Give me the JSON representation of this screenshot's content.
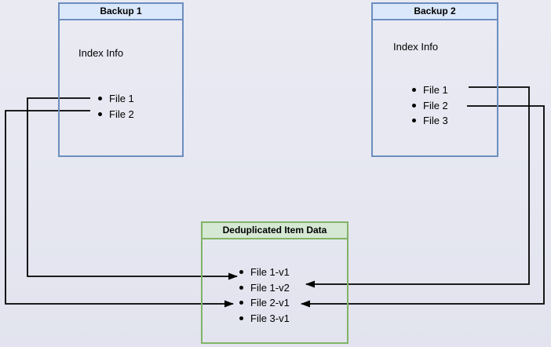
{
  "diagram_title": "Backup deduplication diagram",
  "colors": {
    "background": "#e6e7f1",
    "backup_box_fill": "#dbe8fb",
    "backup_box_border": "#6c8ebf",
    "dedup_box_fill": "#d5e8d4",
    "dedup_box_border": "#82b366",
    "connector_line": "#000000",
    "text": "#000000"
  },
  "boxes": {
    "backup1": {
      "title": "Backup 1",
      "section_label": "Index Info",
      "files": [
        "File 1",
        "File 2"
      ]
    },
    "backup2": {
      "title": "Backup 2",
      "section_label": "Index Info",
      "files": [
        "File 1",
        "File 2",
        "File 3"
      ]
    },
    "dedup": {
      "title": "Deduplicated Item Data",
      "items": [
        "File 1-v1",
        "File 1-v2",
        "File 2-v1",
        "File 3-v1"
      ]
    }
  },
  "connections": [
    {
      "from": "Backup 1 / File 1",
      "to": "Deduplicated Item Data / File 1-v1",
      "side": "left"
    },
    {
      "from": "Backup 1 / File 2",
      "to": "Deduplicated Item Data / File 2-v1",
      "side": "left"
    },
    {
      "from": "Backup 2 / File 1",
      "to": "Deduplicated Item Data / File 1-v2",
      "side": "right"
    },
    {
      "from": "Backup 2 / File 2",
      "to": "Deduplicated Item Data / File 2-v1",
      "side": "right"
    }
  ]
}
